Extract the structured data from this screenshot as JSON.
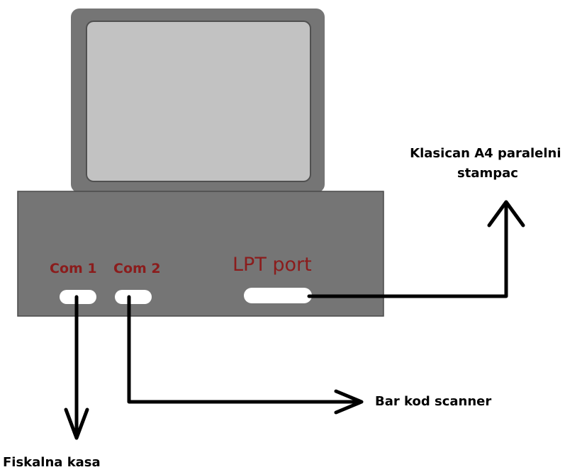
{
  "colors": {
    "monitor_frame": "#757575",
    "monitor_screen": "#c2c2c2",
    "pc_body": "#757575",
    "port_label": "#8b1c1c",
    "port_socket": "#ffffff",
    "cable": "#000000"
  },
  "monitor": {
    "name": "monitor-icon"
  },
  "computer": {
    "name": "computer-case-icon",
    "ports": {
      "com1": {
        "label": "Com 1"
      },
      "com2": {
        "label": "Com 2"
      },
      "lpt": {
        "label": "LPT port"
      }
    }
  },
  "devices": {
    "printer": {
      "line1": "Klasican A4 paralelni",
      "line2": "stampac"
    },
    "scanner": {
      "label": "Bar kod scanner"
    },
    "cash_register": {
      "label": "Fiskalna kasa"
    }
  }
}
